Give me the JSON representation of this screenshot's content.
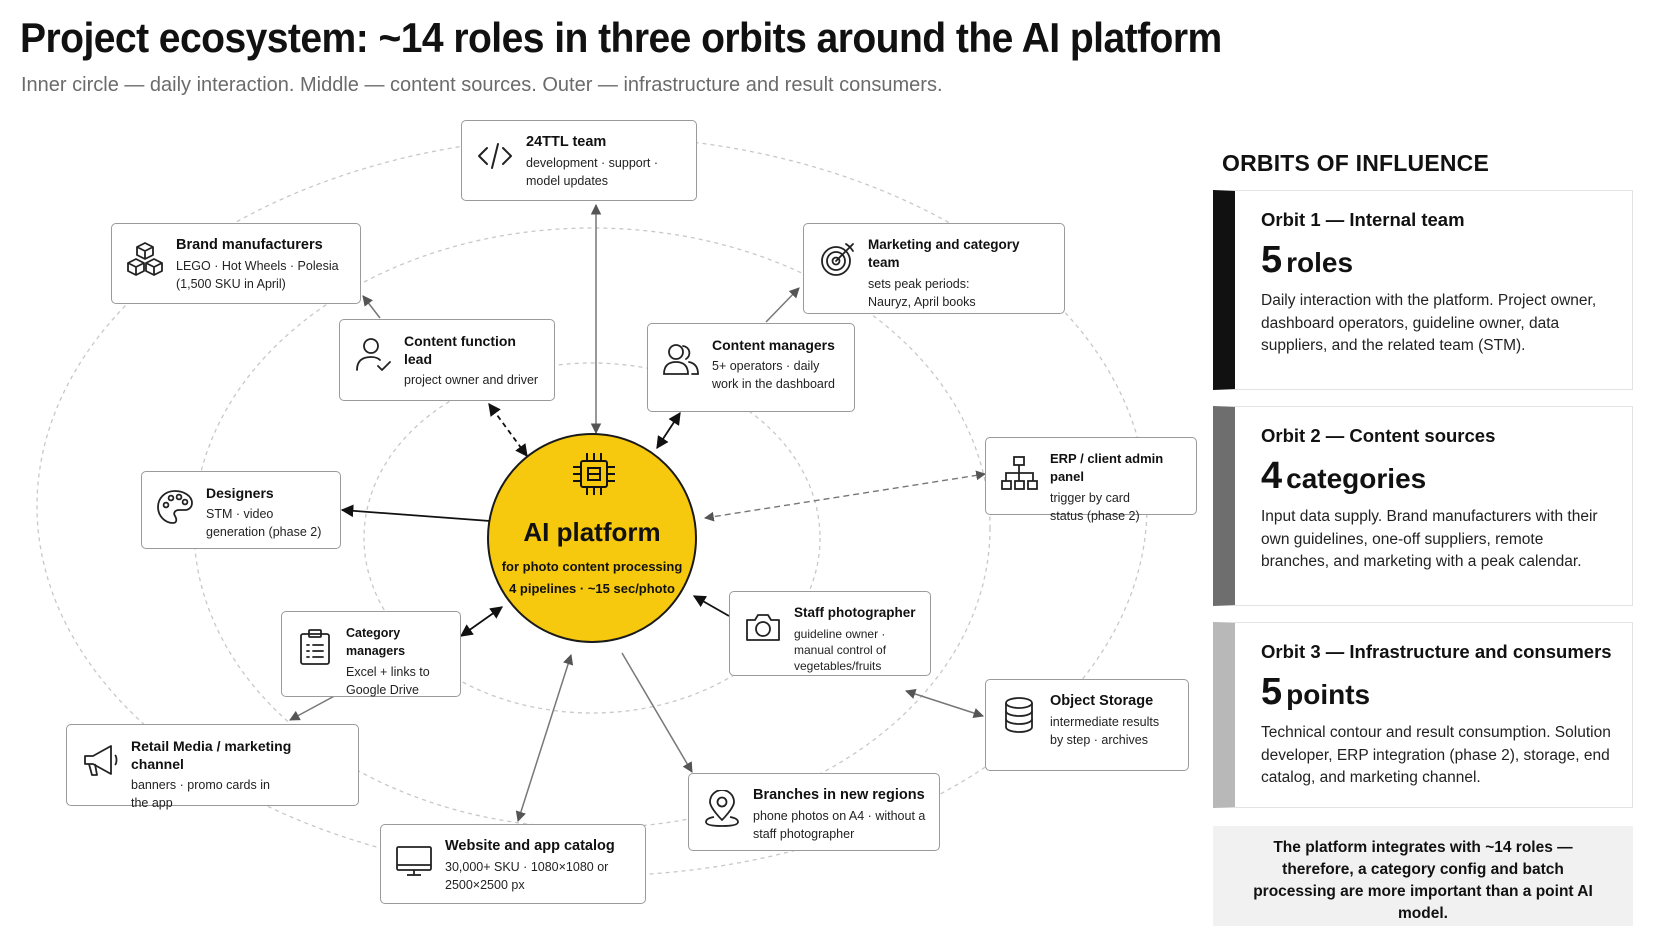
{
  "header": {
    "title": "Project ecosystem: ~14 roles in three orbits around the AI platform",
    "subtitle": "Inner circle — daily interaction. Middle — content sources. Outer — infrastructure and result consumers."
  },
  "colors": {
    "accent_yellow": "#f6c90e",
    "orbit1_bar": "#111111",
    "orbit2_bar": "#6e6e6e",
    "orbit3_bar": "#b8b8b8",
    "note_bg": "#f1f1f1"
  },
  "center": {
    "title": "AI platform",
    "subtitle_line1": "for photo content processing",
    "subtitle_line2": "4 pipelines · ~15 sec/photo",
    "icon": "chip-icon"
  },
  "nodes": {
    "ttl_team": {
      "title": "24TTL team",
      "desc": "development · support · model updates",
      "icon": "code-icon"
    },
    "brand_manufacturers": {
      "title": "Brand manufacturers",
      "desc": "LEGO · Hot Wheels · Polesia (1,500 SKU in April)",
      "icon": "boxes-icon"
    },
    "marketing_team": {
      "title": "Marketing and category team",
      "desc": "sets peak periods: Nauryz, April books",
      "icon": "target-icon"
    },
    "content_lead": {
      "title": "Content function lead",
      "desc": "project owner and driver",
      "icon": "user-check-icon"
    },
    "content_managers": {
      "title": "Content managers",
      "desc": "5+ operators · daily work in the dashboard",
      "icon": "users-icon"
    },
    "erp_panel": {
      "title": "ERP / client admin panel",
      "desc": "trigger by card status (phase 2)",
      "icon": "hierarchy-icon"
    },
    "designers": {
      "title": "Designers",
      "desc": "STM · video generation (phase 2)",
      "icon": "palette-icon"
    },
    "category_managers": {
      "title": "Category managers",
      "desc": "Excel + links to Google Drive",
      "icon": "clipboard-icon"
    },
    "staff_photographer": {
      "title": "Staff photographer",
      "desc": "guideline owner · manual control of vegetables/fruits",
      "icon": "camera-icon"
    },
    "object_storage": {
      "title": "Object Storage",
      "desc": "intermediate results by step · archives",
      "icon": "database-icon"
    },
    "retail_media": {
      "title": "Retail Media / marketing channel",
      "desc": "banners · promo cards in the app",
      "icon": "megaphone-icon"
    },
    "branches": {
      "title": "Branches in new regions",
      "desc": "phone photos on A4 · without a staff photographer",
      "icon": "map-pin-icon"
    },
    "website_catalog": {
      "title": "Website and app catalog",
      "desc": "30,000+ SKU · 1080×1080 or 2500×2500 px",
      "icon": "monitor-icon"
    }
  },
  "sidebar": {
    "heading": "ORBITS OF INFLUENCE",
    "orbits": [
      {
        "header": "Orbit 1 — Internal team",
        "count": "5",
        "unit": "roles",
        "desc": "Daily interaction with the platform. Project owner, dashboard operators, guideline owner, data suppliers, and the related team (STM)."
      },
      {
        "header": "Orbit 2 — Content sources",
        "count": "4",
        "unit": "categories",
        "desc": "Input data supply. Brand manufacturers with their own guidelines, one-off suppliers, remote branches, and marketing with a peak calendar."
      },
      {
        "header": "Orbit 3 — Infrastructure and consumers",
        "count": "5",
        "unit": "points",
        "desc": "Technical contour and result consumption. Solution developer, ERP integration (phase 2), storage, end catalog, and marketing channel."
      }
    ],
    "note": "The platform integrates with ~14 roles — therefore, a category config and batch processing are more important than a point AI model."
  }
}
